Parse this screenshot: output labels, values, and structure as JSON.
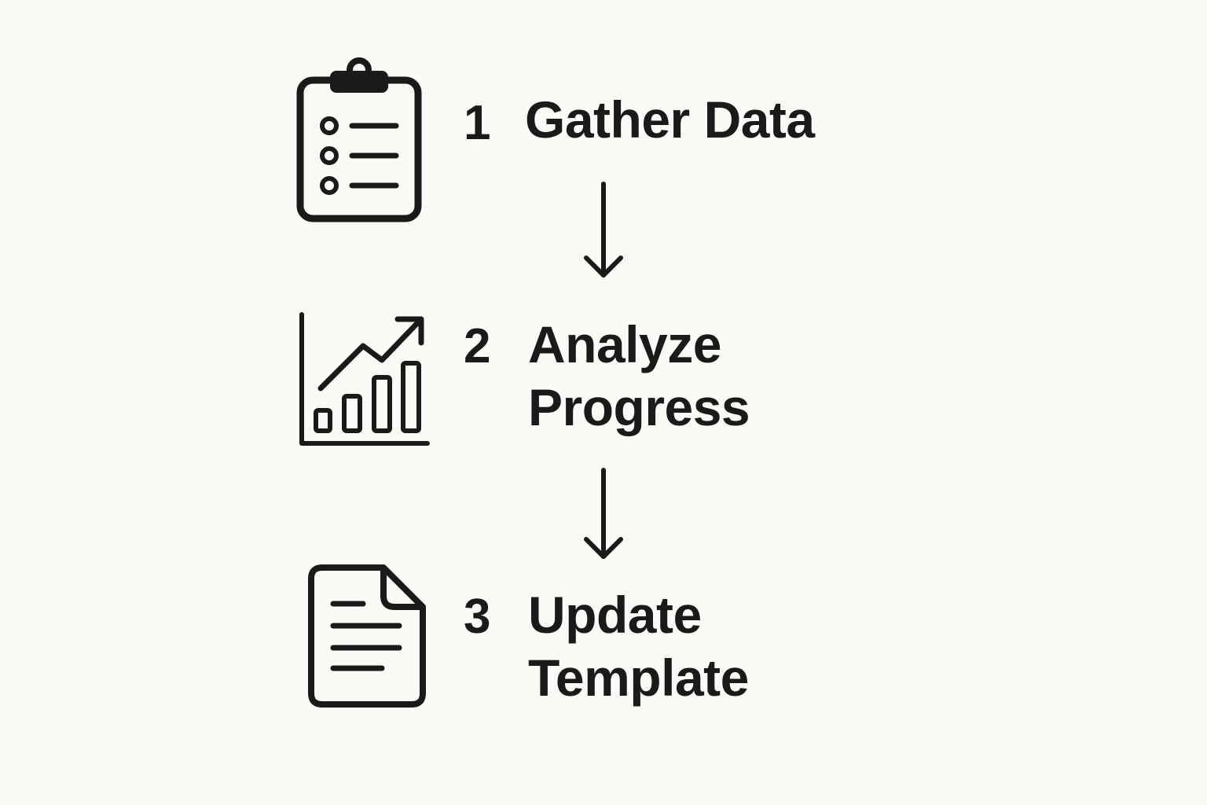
{
  "steps": [
    {
      "number": "1",
      "icon": "clipboard-list-icon",
      "lines": [
        "Gather Data"
      ]
    },
    {
      "number": "2",
      "icon": "growth-chart-icon",
      "lines": [
        "Analyze",
        "Progress"
      ]
    },
    {
      "number": "3",
      "icon": "document-icon",
      "lines": [
        "Update",
        "Template"
      ]
    }
  ],
  "colors": {
    "background": "#fbfaf7",
    "ink": "#1a1a1a"
  }
}
